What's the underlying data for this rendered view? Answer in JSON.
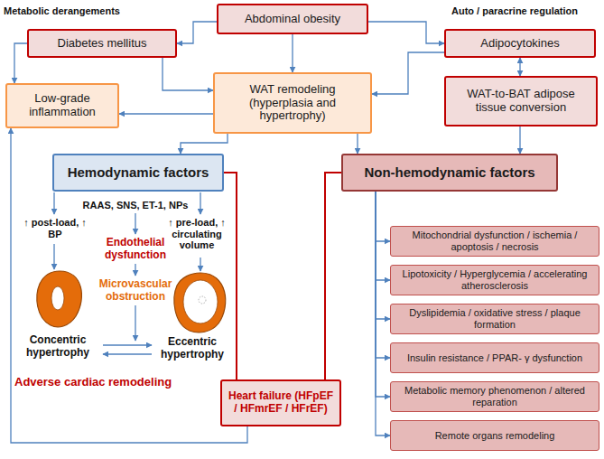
{
  "diagram": {
    "nodes": [
      {
        "text": [
          "Abdominal obesity"
        ]
      },
      {
        "text": [
          "Diabetes mellitus"
        ]
      },
      {
        "text": [
          "Adipocytokines"
        ]
      },
      {
        "text": [
          "Low-grade inflammation"
        ]
      },
      {
        "text": [
          "WAT remodeling (hyperplasia and hypertrophy)"
        ]
      },
      {
        "text": [
          "WAT-to-BAT adipose tissue conversion"
        ]
      },
      {
        "text": [
          "Hemodynamic factors"
        ]
      },
      {
        "text": [
          "Non-hemodynamic factors"
        ]
      },
      {
        "text": [
          "Mitochondrial dysfunction / ischemia / apoptosis / necrosis"
        ]
      },
      {
        "text": [
          "Lipotoxicity / Hyperglycemia / accelerating atherosclerosis"
        ]
      },
      {
        "text": [
          "Dyslipidemia / oxidative stress / plaque formation"
        ]
      },
      {
        "text": [
          "Insulin resistance / PPAR- γ dysfunction"
        ]
      },
      {
        "text": [
          "Metabolic memory phenomenon / altered reparation"
        ]
      },
      {
        "text": [
          "Remote organs remodeling"
        ]
      },
      {
        "text": [
          "Heart failure (HFpEF / HFmrEF / HFrEF)"
        ]
      }
    ],
    "edges": [
      {
        "from": 0,
        "to": 1,
        "arrow": "to"
      },
      {
        "from": 0,
        "to": 2,
        "arrow": "to"
      },
      {
        "from": 0,
        "to": 4,
        "arrow": "to"
      },
      {
        "from": 1,
        "to": 3,
        "arrow": "to"
      },
      {
        "from": 1,
        "to": 4,
        "arrow": "to"
      },
      {
        "from": 2,
        "to": 5,
        "arrow": "both"
      },
      {
        "from": 2,
        "to": 4,
        "arrow": "to"
      },
      {
        "from": 4,
        "to": 3,
        "arrow": "to"
      },
      {
        "from": 4,
        "to": 6,
        "arrow": "to"
      },
      {
        "from": 4,
        "to": 7,
        "arrow": "to"
      },
      {
        "from": 5,
        "to": 7,
        "arrow": "to"
      },
      {
        "from": 6,
        "to": 14,
        "arrow": "none"
      },
      {
        "from": 7,
        "to": 14,
        "arrow": "none"
      },
      {
        "from": 7,
        "to": 8,
        "arrow": "to"
      },
      {
        "from": 7,
        "to": 9,
        "arrow": "to"
      },
      {
        "from": 7,
        "to": 10,
        "arrow": "to"
      },
      {
        "from": 7,
        "to": 11,
        "arrow": "to"
      },
      {
        "from": 7,
        "to": 12,
        "arrow": "to"
      },
      {
        "from": 7,
        "to": 13,
        "arrow": "to"
      },
      {
        "from": 14,
        "to": 3,
        "arrow": "to"
      }
    ],
    "labels": [
      "Metabolic derangements",
      "Auto / paracrine regulation",
      "RAAS, SNS, ET-1, NPs",
      "↑ post-load, ↑ BP",
      "↑ pre-load, ↑ circulating volume",
      "Endothelial dysfunction",
      "Microvascular obstruction",
      "Concentric hypertrophy",
      "Eccentric hypertrophy",
      "Adverse cardiac remodeling"
    ]
  }
}
